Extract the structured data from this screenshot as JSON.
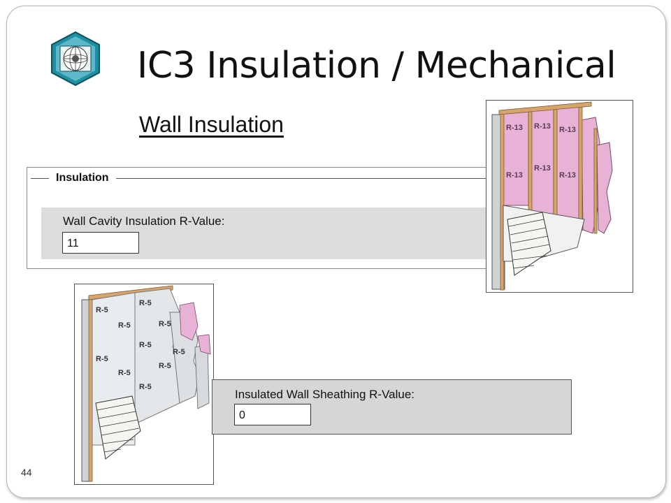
{
  "slide": {
    "title": "IC3 Insulation / Mechanical",
    "subtitle": "Wall Insulation",
    "page_number": "44"
  },
  "insulation_section": {
    "legend": "Insulation",
    "cavity_label": "Wall Cavity Insulation R-Value:",
    "cavity_value": "11"
  },
  "sheathing_section": {
    "label": "Insulated Wall Sheathing R-Value:",
    "value": "0"
  },
  "images": {
    "top_wall_label": "R-13",
    "bottom_wall_label": "R-5"
  },
  "colors": {
    "logo_teal": "#1f8fa3",
    "batt_pink": "#e8b2d6",
    "stud_wood": "#d7a56b",
    "foam_gray": "#e9ecef",
    "panel_gray": "#dcdcdc"
  }
}
